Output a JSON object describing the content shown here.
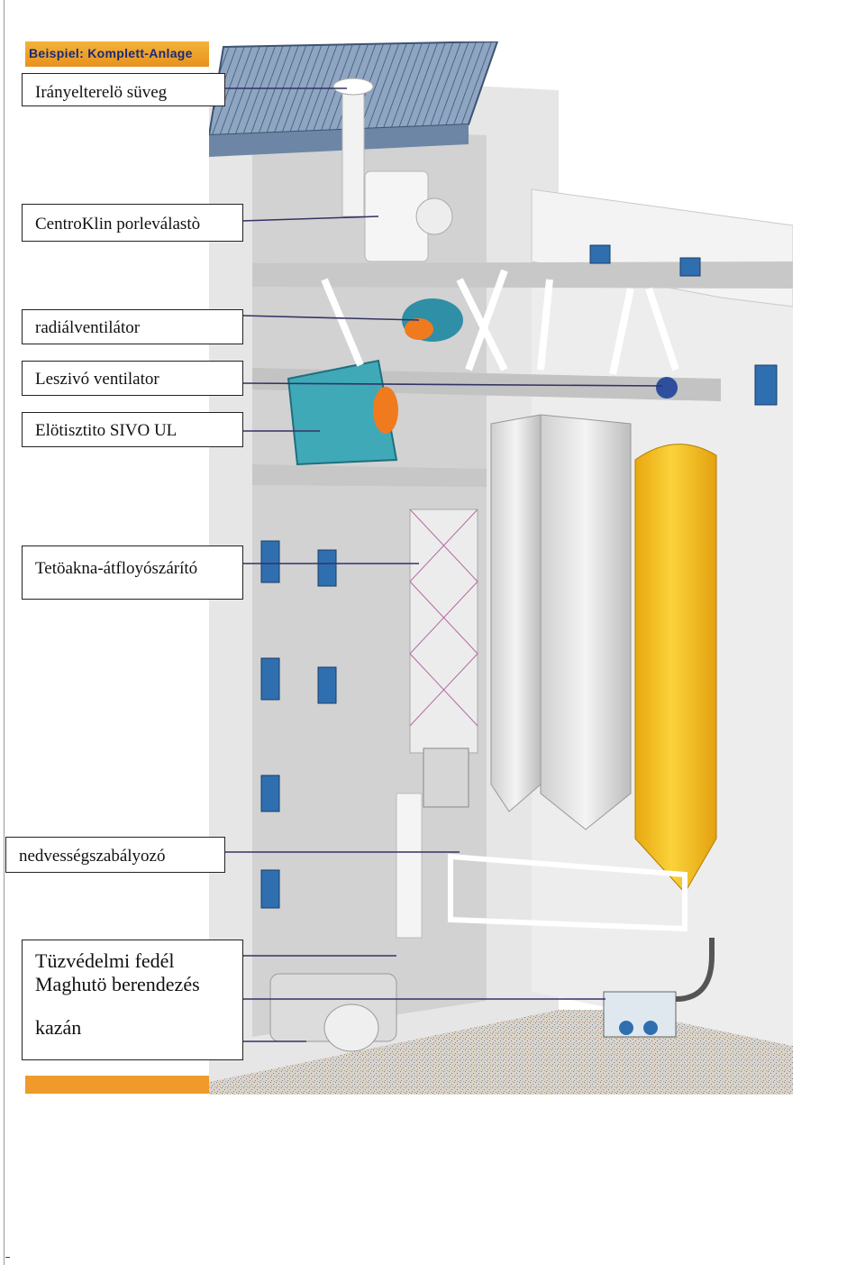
{
  "header": {
    "title": "Beispiel: Komplett-Anlage"
  },
  "labels": {
    "iranyterelo_suveg": "Irányelterelö süveg",
    "centroklin": "CentroKlin porleválastò",
    "radialventilator": "radiálventilátor",
    "leszivo_ventilator": "Leszivó ventilator",
    "elotisztito": "Elötisztito SIVO UL",
    "tetoakna": "Tetöakna-átfloyószárító",
    "nedvesseg": "nedvességszabályozó",
    "tuzvedelmi": "Tüzvédelmi fedél",
    "maghuto": "Maghutö berendezés",
    "kazan": "kazán"
  },
  "colors": {
    "header_orange": "#ef9a2a",
    "header_text": "#1b2a73",
    "silo_yellow": "#f6c21b",
    "machine_teal": "#3fa9b8",
    "motor_orange": "#f07a1e",
    "roof_blue": "#7e96b4",
    "window_blue": "#2f6fb0"
  }
}
